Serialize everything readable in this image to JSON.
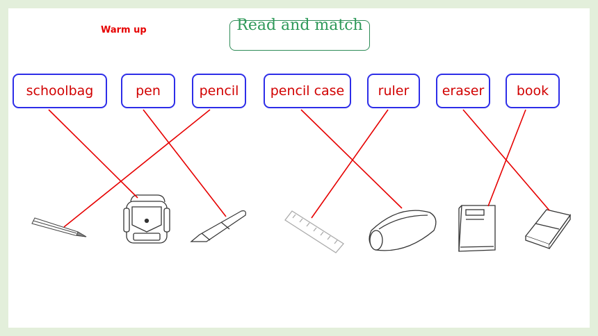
{
  "header": {
    "warm_up": "Warm up",
    "instruction": "Read and match"
  },
  "words": [
    {
      "id": "schoolbag",
      "label": "schoolbag"
    },
    {
      "id": "pen",
      "label": "pen"
    },
    {
      "id": "pencil",
      "label": "pencil"
    },
    {
      "id": "pencil-case",
      "label": "pencil case"
    },
    {
      "id": "ruler",
      "label": "ruler"
    },
    {
      "id": "eraser",
      "label": "eraser"
    },
    {
      "id": "book",
      "label": "book"
    }
  ],
  "pictures": [
    "pencil",
    "schoolbag",
    "pen",
    "ruler",
    "pencil-case",
    "book",
    "eraser"
  ],
  "matches": [
    {
      "word": "schoolbag",
      "picture": "schoolbag"
    },
    {
      "word": "pen",
      "picture": "pen"
    },
    {
      "word": "pencil",
      "picture": "pencil"
    },
    {
      "word": "pencil-case",
      "picture": "pencil-case"
    },
    {
      "word": "ruler",
      "picture": "ruler"
    },
    {
      "word": "eraser",
      "picture": "eraser"
    },
    {
      "word": "book",
      "picture": "book"
    }
  ],
  "colors": {
    "background": "#e3efdb",
    "line": "#e60000",
    "word_border": "#2d2de8",
    "word_text": "#d10000",
    "title": "#2e9959"
  }
}
